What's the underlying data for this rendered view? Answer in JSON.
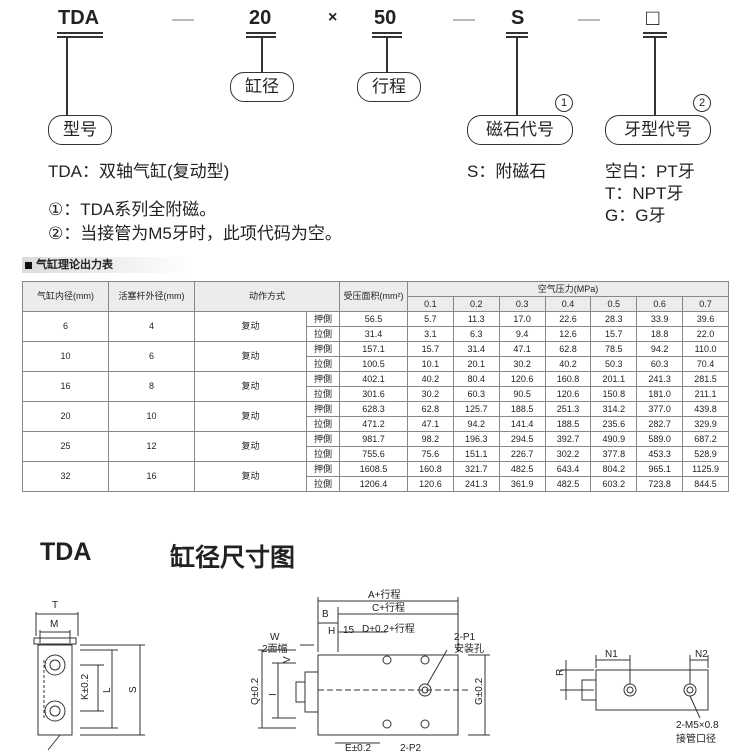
{
  "model_code": {
    "series": "TDA",
    "bore": "20",
    "times": "×",
    "stroke": "50",
    "magnet": "S",
    "thread": "□"
  },
  "labels": {
    "bore": "缸径",
    "stroke": "行程",
    "model": "型号",
    "magnet_code": "磁石代号",
    "thread_code": "牙型代号",
    "circle1": "1",
    "circle2": "2"
  },
  "descriptions": {
    "model_desc": "TDA：双轴气缸(复动型)",
    "magnet_desc": "S：附磁石",
    "thread_lines": [
      "空白：PT牙",
      "T：NPT牙",
      "G：G牙"
    ],
    "note1": "①：TDA系列全附磁。",
    "note2": "②：当接管为M5牙时，此项代码为空。"
  },
  "table": {
    "title": "气缸理论出力表",
    "headers": {
      "bore": "气缸内径(mm)",
      "rod": "活塞杆外径(mm)",
      "action": "动作方式",
      "area": "受压面积(mm²)",
      "pressure": "空气压力(MPa)"
    },
    "pressures": [
      "0.1",
      "0.2",
      "0.3",
      "0.4",
      "0.5",
      "0.6",
      "0.7"
    ],
    "rows": [
      {
        "bore": "6",
        "rod": "4",
        "action": "复动",
        "push": {
          "side": "押側",
          "area": "56.5",
          "vals": [
            "5.7",
            "11.3",
            "17.0",
            "22.6",
            "28.3",
            "33.9",
            "39.6"
          ]
        },
        "pull": {
          "side": "拉側",
          "area": "31.4",
          "vals": [
            "3.1",
            "6.3",
            "9.4",
            "12.6",
            "15.7",
            "18.8",
            "22.0"
          ]
        }
      },
      {
        "bore": "10",
        "rod": "6",
        "action": "复动",
        "push": {
          "side": "押側",
          "area": "157.1",
          "vals": [
            "15.7",
            "31.4",
            "47.1",
            "62.8",
            "78.5",
            "94.2",
            "110.0"
          ]
        },
        "pull": {
          "side": "拉側",
          "area": "100.5",
          "vals": [
            "10.1",
            "20.1",
            "30.2",
            "40.2",
            "50.3",
            "60.3",
            "70.4"
          ]
        }
      },
      {
        "bore": "16",
        "rod": "8",
        "action": "复动",
        "push": {
          "side": "押側",
          "area": "402.1",
          "vals": [
            "40.2",
            "80.4",
            "120.6",
            "160.8",
            "201.1",
            "241.3",
            "281.5"
          ]
        },
        "pull": {
          "side": "拉側",
          "area": "301.6",
          "vals": [
            "30.2",
            "60.3",
            "90.5",
            "120.6",
            "150.8",
            "181.0",
            "211.1"
          ]
        }
      },
      {
        "bore": "20",
        "rod": "10",
        "action": "复动",
        "push": {
          "side": "押側",
          "area": "628.3",
          "vals": [
            "62.8",
            "125.7",
            "188.5",
            "251.3",
            "314.2",
            "377.0",
            "439.8"
          ]
        },
        "pull": {
          "side": "拉側",
          "area": "471.2",
          "vals": [
            "47.1",
            "94.2",
            "141.4",
            "188.5",
            "235.6",
            "282.7",
            "329.9"
          ]
        }
      },
      {
        "bore": "25",
        "rod": "12",
        "action": "复动",
        "push": {
          "side": "押側",
          "area": "981.7",
          "vals": [
            "98.2",
            "196.3",
            "294.5",
            "392.7",
            "490.9",
            "589.0",
            "687.2"
          ]
        },
        "pull": {
          "side": "拉側",
          "area": "755.6",
          "vals": [
            "75.6",
            "151.1",
            "226.7",
            "302.2",
            "377.8",
            "453.3",
            "528.9"
          ]
        }
      },
      {
        "bore": "32",
        "rod": "16",
        "action": "复动",
        "push": {
          "side": "押側",
          "area": "1608.5",
          "vals": [
            "160.8",
            "321.7",
            "482.5",
            "643.4",
            "804.2",
            "965.1",
            "1125.9"
          ]
        },
        "pull": {
          "side": "拉側",
          "area": "1206.4",
          "vals": [
            "120.6",
            "241.3",
            "361.9",
            "482.5",
            "603.2",
            "723.8",
            "844.5"
          ]
        }
      }
    ]
  },
  "dimension_section": {
    "title_left": "TDA",
    "title_right": "缸径尺寸图"
  },
  "drawing_labels": {
    "T": "T",
    "M": "M",
    "K": "K±0.2",
    "L": "L",
    "S": "S",
    "A": "A+行程",
    "B": "B",
    "C": "C+行程",
    "H": "H",
    "n15": "15",
    "D": "D+0.2+行程",
    "P1": "2-P1",
    "P1b": "安装孔",
    "W": "W",
    "W2": "2面幅",
    "V": "V",
    "Q": "Q±0.2",
    "I": "I",
    "G": "G±0.2",
    "E": "E±0.2",
    "P2": "2-P2",
    "R": "R",
    "N1": "N1",
    "N2": "N2",
    "M5": "2-M5×0.8",
    "M5b": "接管口径"
  }
}
